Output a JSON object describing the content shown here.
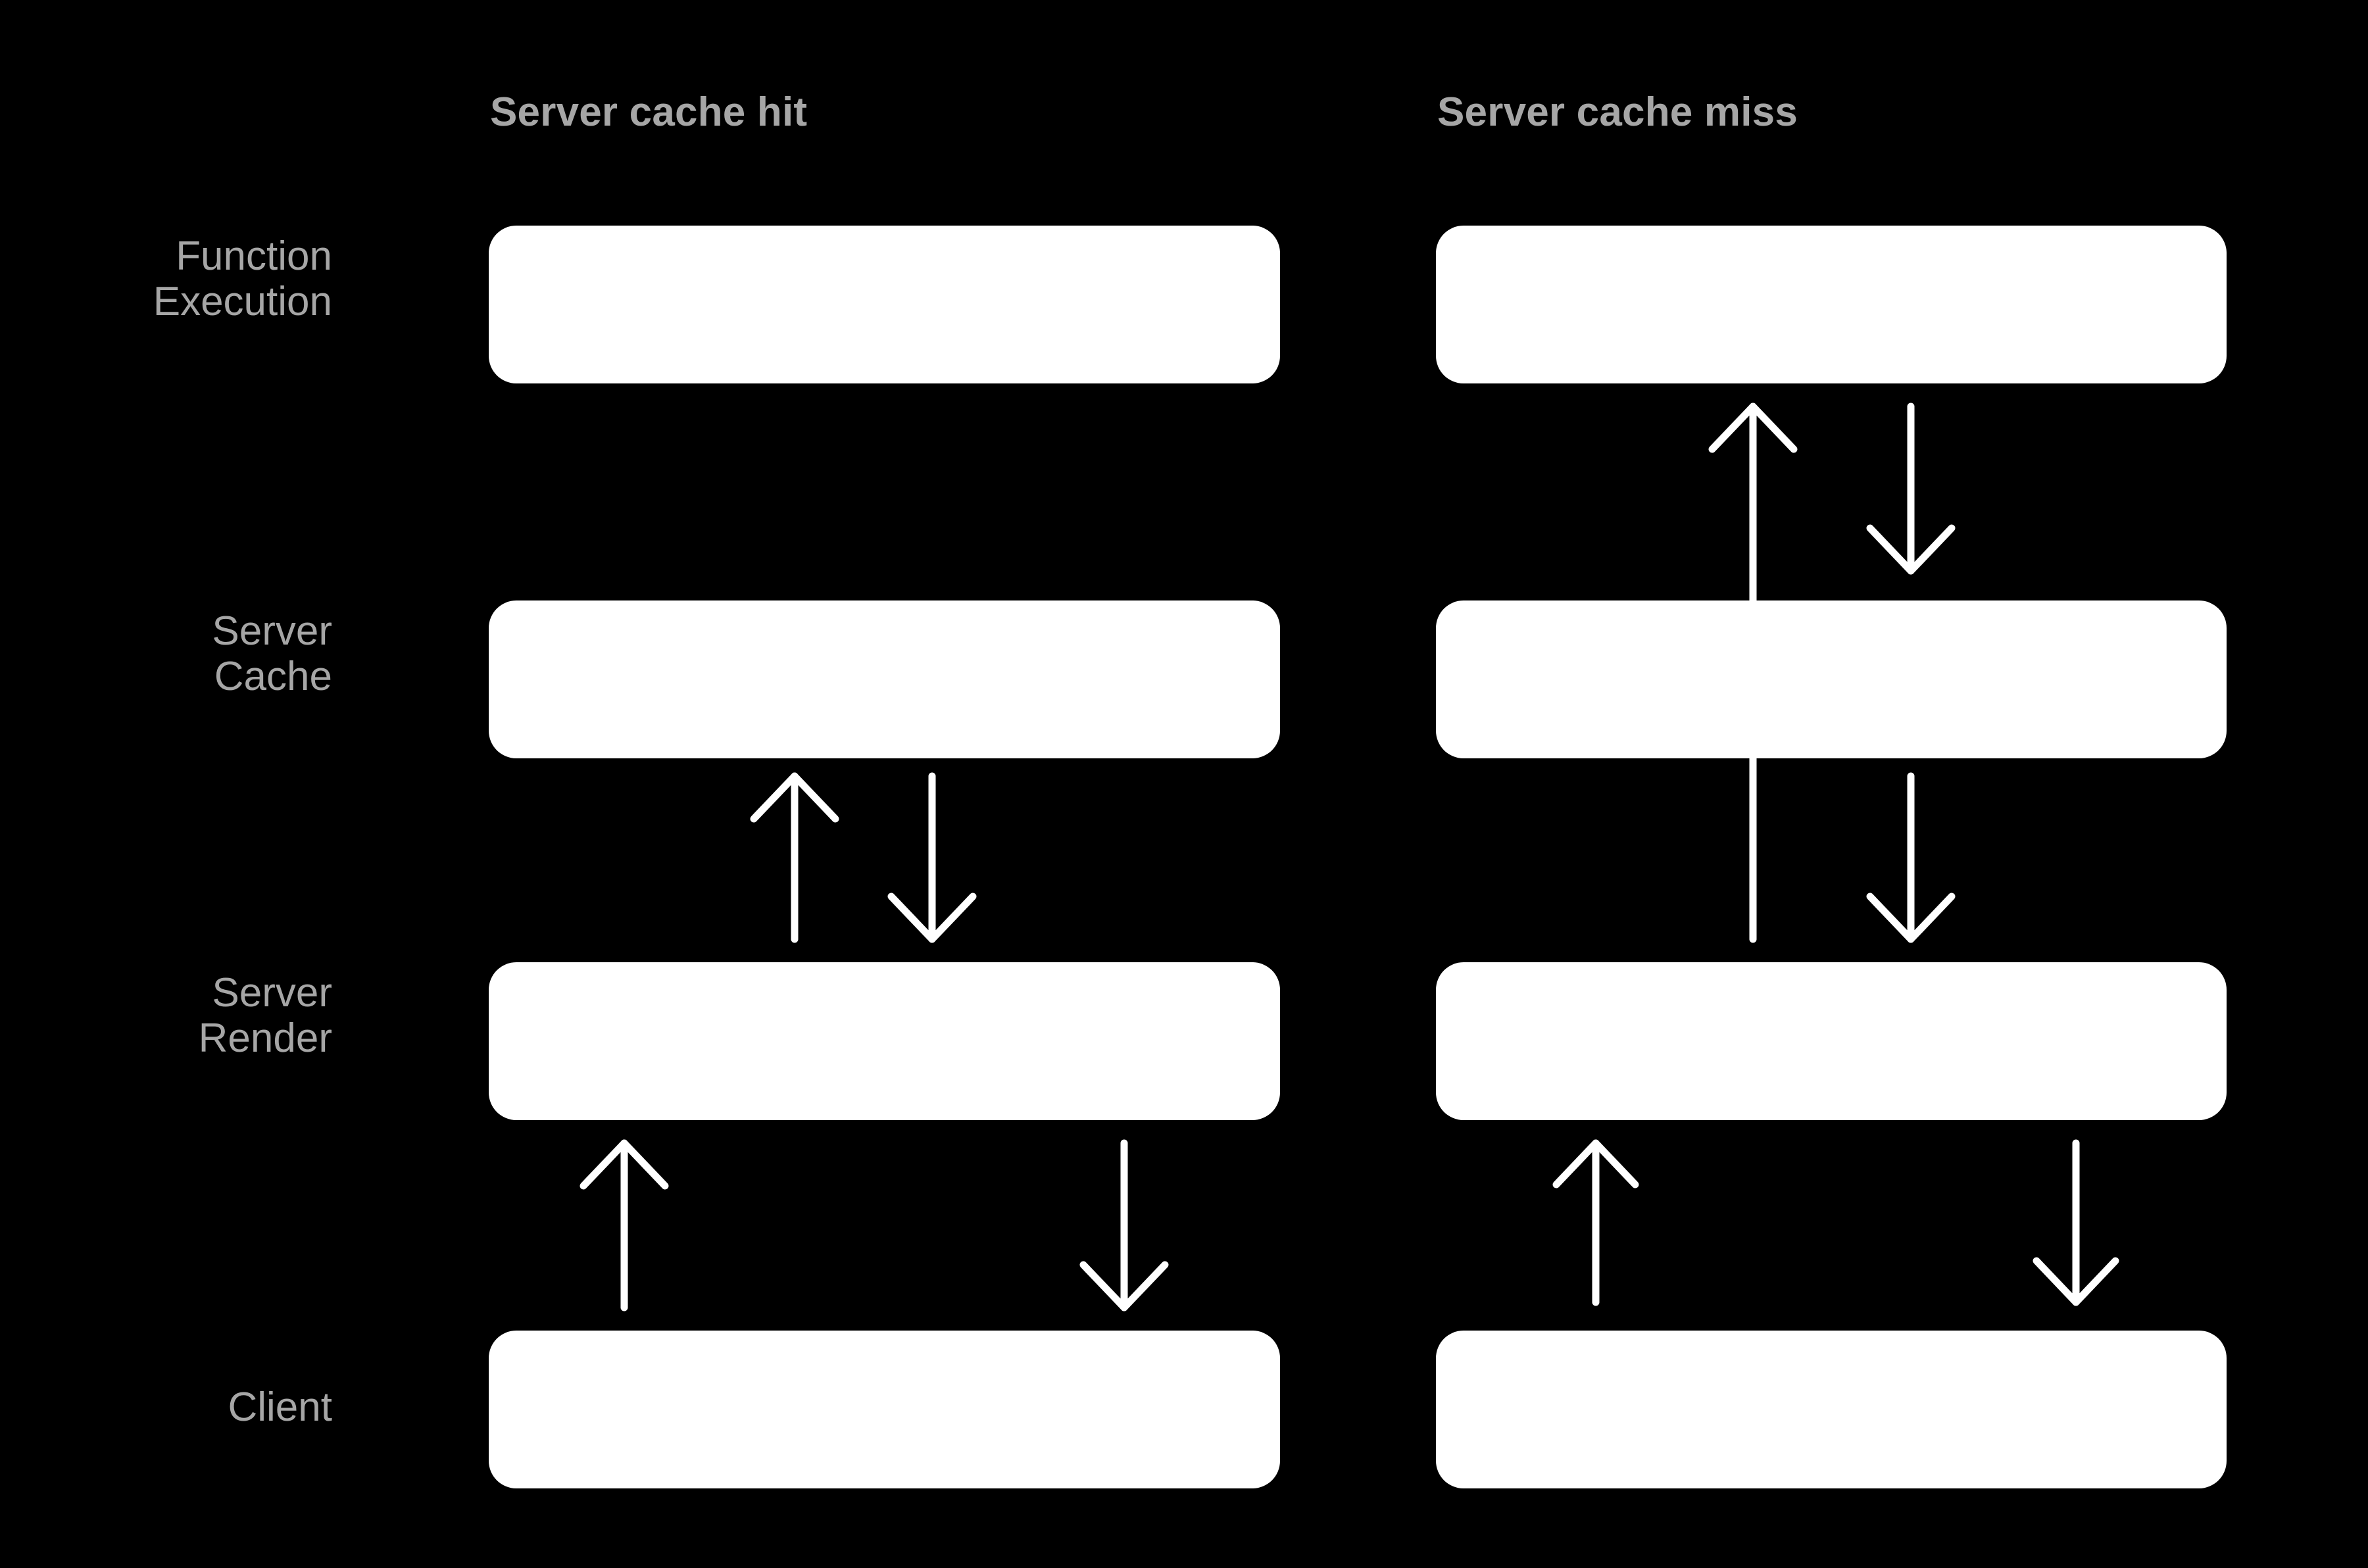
{
  "diagram": {
    "title": "Server cache hit vs Server cache miss request flow",
    "background_color": "#000000",
    "box_color": "#ffffff",
    "label_color": "#a6a6a6",
    "arrow_color": "#ffffff",
    "columns": [
      {
        "id": "cache-hit",
        "label": "Server cache hit"
      },
      {
        "id": "cache-miss",
        "label": "Server cache miss"
      }
    ],
    "rows": [
      {
        "id": "function-execution",
        "label": "Function\nExecution"
      },
      {
        "id": "server-cache",
        "label": "Server\nCache"
      },
      {
        "id": "server-render",
        "label": "Server\nRender"
      },
      {
        "id": "client",
        "label": "Client"
      }
    ],
    "nodes": [
      {
        "id": "hit-function-execution",
        "column": "cache-hit",
        "row": "function-execution",
        "label": ""
      },
      {
        "id": "hit-server-cache",
        "column": "cache-hit",
        "row": "server-cache",
        "label": ""
      },
      {
        "id": "hit-server-render",
        "column": "cache-hit",
        "row": "server-render",
        "label": ""
      },
      {
        "id": "hit-client",
        "column": "cache-hit",
        "row": "client",
        "label": ""
      },
      {
        "id": "miss-function-execution",
        "column": "cache-miss",
        "row": "function-execution",
        "label": ""
      },
      {
        "id": "miss-server-cache",
        "column": "cache-miss",
        "row": "server-cache",
        "label": ""
      },
      {
        "id": "miss-server-render",
        "column": "cache-miss",
        "row": "server-render",
        "label": ""
      },
      {
        "id": "miss-client",
        "column": "cache-miss",
        "row": "client",
        "label": ""
      }
    ],
    "arrows": [
      {
        "id": "hit-render-to-cache",
        "column": "cache-hit",
        "from": "server-render",
        "to": "server-cache",
        "direction": "up"
      },
      {
        "id": "hit-cache-to-render",
        "column": "cache-hit",
        "from": "server-cache",
        "to": "server-render",
        "direction": "down"
      },
      {
        "id": "hit-client-to-render",
        "column": "cache-hit",
        "from": "client",
        "to": "server-render",
        "direction": "up"
      },
      {
        "id": "hit-render-to-client",
        "column": "cache-hit",
        "from": "server-render",
        "to": "client",
        "direction": "down"
      },
      {
        "id": "miss-render-to-function",
        "column": "cache-miss",
        "from": "server-render",
        "to": "function-execution",
        "direction": "up"
      },
      {
        "id": "miss-function-to-cache",
        "column": "cache-miss",
        "from": "function-execution",
        "to": "server-cache",
        "direction": "down"
      },
      {
        "id": "miss-cache-to-render",
        "column": "cache-miss",
        "from": "server-cache",
        "to": "server-render",
        "direction": "down"
      },
      {
        "id": "miss-client-to-render",
        "column": "cache-miss",
        "from": "client",
        "to": "server-render",
        "direction": "up"
      },
      {
        "id": "miss-render-to-client",
        "column": "cache-miss",
        "from": "server-render",
        "to": "client",
        "direction": "down"
      }
    ]
  }
}
